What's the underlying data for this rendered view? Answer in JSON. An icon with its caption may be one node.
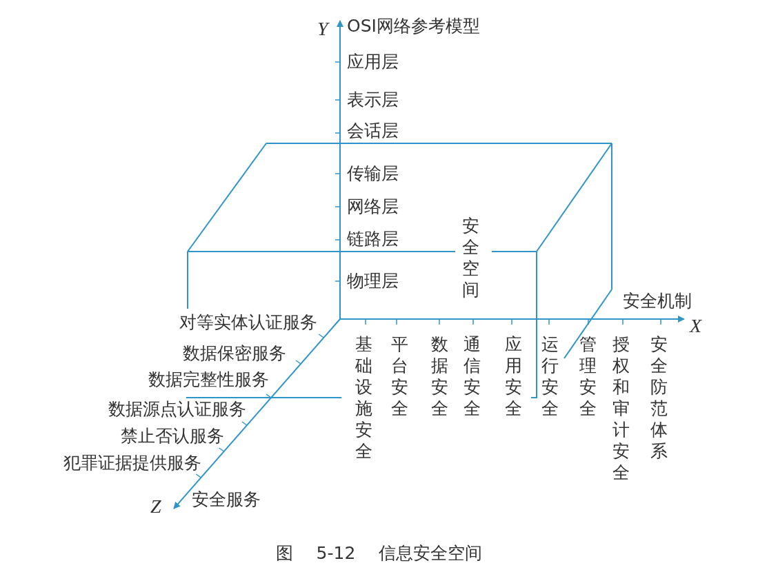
{
  "diagram": {
    "caption": "图 5-12 信息安全空间",
    "labels": [
      "Y",
      "OSI网络参考模型",
      "应用层",
      "表示层",
      "会话层",
      "传输层",
      "网络层",
      "链路层",
      "物理层",
      "安全空间",
      "安全机制",
      "X",
      "基础设施安全",
      "平台安全",
      "数据安全",
      "通信安全",
      "应用安全",
      "运行安全",
      "管理安全",
      "授权和审计安全",
      "安全防范体系",
      "对等实体认证服务",
      "数据保密服务",
      "数据完整性服务",
      "数据源点认证服务",
      "禁止否认服务",
      "犯罪证据提供服务",
      "Z",
      "安全服务"
    ]
  }
}
